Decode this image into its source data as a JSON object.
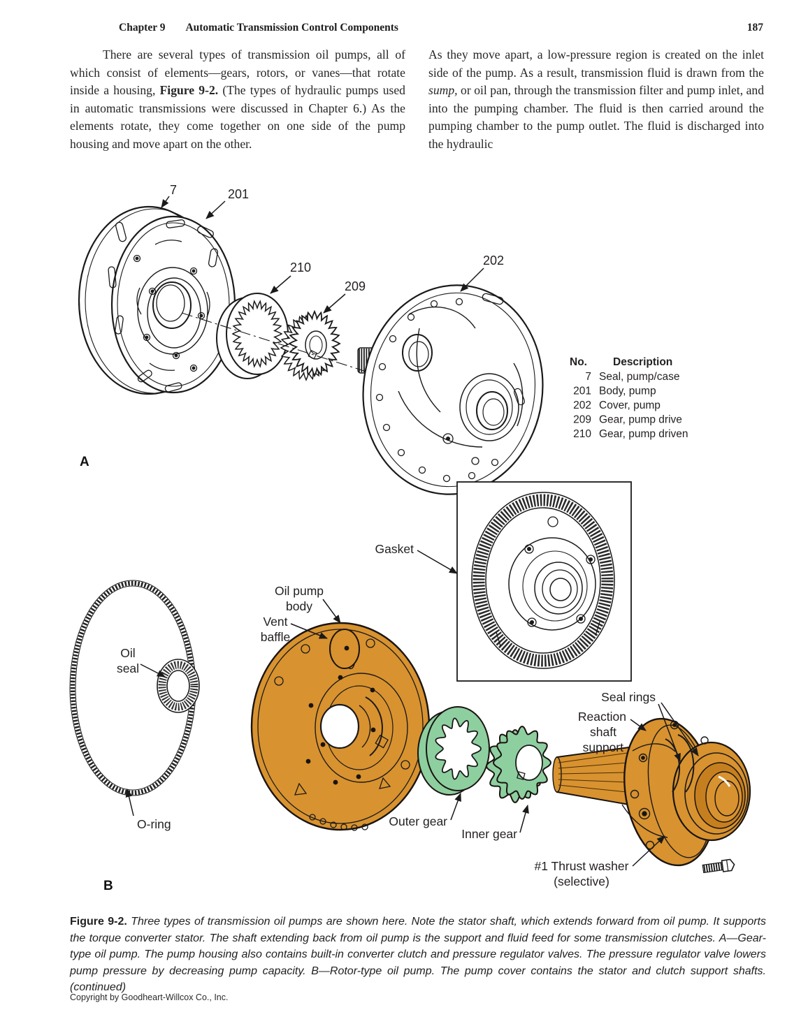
{
  "theme": {
    "pump-orange": "#d8922f",
    "pump-orange-dark": "#c67f1f",
    "gear-green": "#8ecfa0",
    "ink": "#1a1a1a"
  },
  "header": {
    "chapter": "Chapter 9",
    "title": "Automatic Transmission Control Components",
    "page_number": "187"
  },
  "body": {
    "left": {
      "before": "There are several types of transmission oil pumps, all of which consist of elements—gears, rotors, or vanes—that rotate inside a housing, ",
      "bold": "Figure 9-2.",
      "after": " (The types of hydraulic pumps used in automatic transmissions were discussed in Chapter 6.)  As the elements rotate, they come together on one side of the pump housing and move apart on the other."
    },
    "right": {
      "before": "As they move apart, a low-pressure region is created on the inlet side of the pump. As a result, transmission fluid is drawn from the ",
      "italic": "sump,",
      "after": " or oil pan, through the transmission filter and pump inlet, and into the pumping chamber. The fluid is then carried around the pumping chamber to the pump outlet. The fluid is discharged into the hydraulic"
    }
  },
  "figure": {
    "panel_a": {
      "letter": "A",
      "callout_7": "7",
      "callout_201": "201",
      "callout_210": "210",
      "callout_209": "209",
      "callout_202": "202"
    },
    "parts_table": {
      "col_no": "No.",
      "col_description": "Description",
      "rows": [
        [
          "7",
          "Seal, pump/case"
        ],
        [
          "201",
          "Body, pump"
        ],
        [
          "202",
          "Cover, pump"
        ],
        [
          "209",
          "Gear, pump drive"
        ],
        [
          "210",
          "Gear, pump driven"
        ]
      ]
    },
    "panel_b": {
      "letter": "B",
      "labels": {
        "gasket": "Gasket",
        "oil_pump_body_1": "Oil pump",
        "oil_pump_body_2": "body",
        "vent_baffle_1": "Vent",
        "vent_baffle_2": "baffle",
        "oil_seal_1": "Oil",
        "oil_seal_2": "seal",
        "o_ring": "O-ring",
        "outer_gear": "Outer gear",
        "inner_gear": "Inner gear",
        "seal_rings": "Seal rings",
        "reaction_1": "Reaction",
        "reaction_2": "shaft",
        "reaction_3": "support",
        "thrust_washer_1": "#1 Thrust washer",
        "thrust_washer_2": "(selective)"
      }
    }
  },
  "caption": {
    "label": "Figure 9-2.",
    "text": " Three types of transmission oil pumps are shown here. Note the stator shaft, which extends forward from oil pump. It supports the torque converter stator. The shaft extending back from oil pump is the support and fluid feed for some transmission clutches. A—Gear-type oil pump. The pump housing also contains built-in converter clutch and pressure regulator valves. The pressure regulator valve lowers pump pressure by decreasing pump capacity. B—Rotor-type oil pump. The pump cover contains the stator and clutch support shafts.  (continued)"
  },
  "footer": {
    "copyright": "Copyright by Goodheart-Willcox Co., Inc."
  }
}
